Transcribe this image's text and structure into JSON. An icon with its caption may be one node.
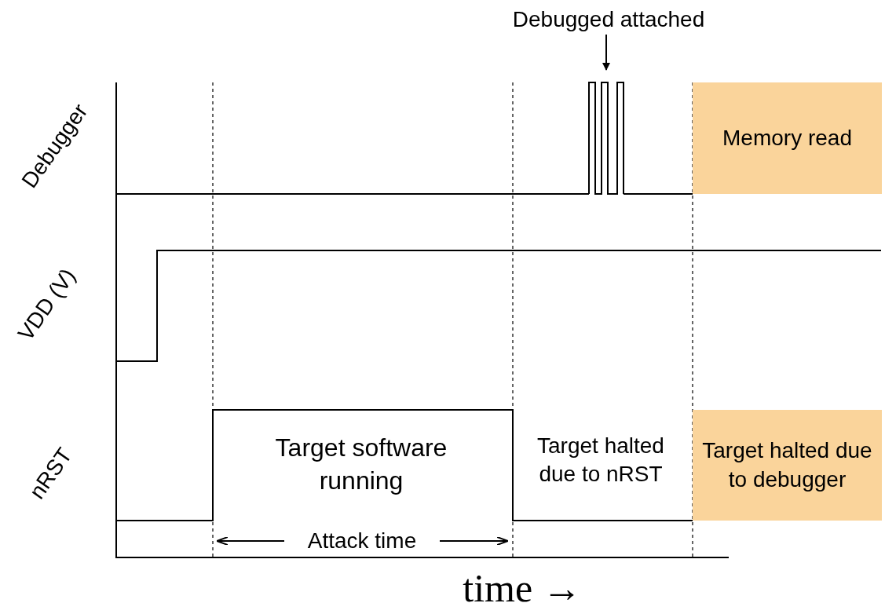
{
  "diagram": {
    "caption": "time →",
    "nodes": [
      {
        "text": [
          "Debugged attached"
        ]
      },
      {
        "text": [],
        "shape": "bar"
      },
      {
        "text": [
          "Memory read"
        ]
      },
      {
        "text": [
          "Target halted due to debugger"
        ]
      }
    ],
    "edges": [
      {
        "from": 0,
        "to": 1,
        "arrow": "to"
      }
    ],
    "labels": [
      "Debugger",
      "VDD (V)",
      "nRST",
      "Target software running",
      "Target halted due to nRST",
      "Attack time"
    ]
  }
}
